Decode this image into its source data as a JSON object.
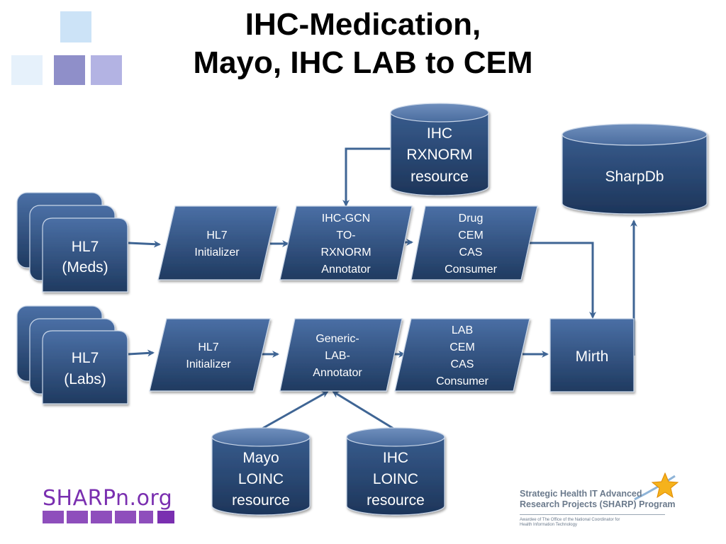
{
  "title": {
    "line1": "IHC-Medication,",
    "line2": "Mayo, IHC LAB to CEM"
  },
  "colors": {
    "box_top": "#4a6fa5",
    "box_bottom": "#1f3a60",
    "arrow": "#3f6594",
    "deco_squares": [
      "#cce3f7",
      "#e6f1fb",
      "#8f8fc9",
      "#b3b3e3"
    ]
  },
  "nodes": {
    "hl7_meds": {
      "line1": "HL7",
      "line2": "(Meds)"
    },
    "hl7_labs": {
      "line1": "HL7",
      "line2": "(Labs)"
    },
    "hl7_initializer_meds": {
      "line1": "HL7",
      "line2": "Initializer"
    },
    "hl7_initializer_labs": {
      "line1": "HL7",
      "line2": "Initializer"
    },
    "ihc_gcn_annotator": {
      "line1": "IHC-GCN",
      "line2": "TO-",
      "line3": "RXNORM",
      "line4": "Annotator"
    },
    "generic_lab_annotator": {
      "line1": "Generic-",
      "line2": "LAB-",
      "line3": "Annotator"
    },
    "drug_cem_consumer": {
      "line1": "Drug",
      "line2": "CEM",
      "line3": "CAS",
      "line4": "Consumer"
    },
    "lab_cem_consumer": {
      "line1": "LAB",
      "line2": "CEM",
      "line3": "CAS",
      "line4": "Consumer"
    },
    "mirth": {
      "label": "Mirth"
    },
    "sharpdb": {
      "label": "SharpDb"
    },
    "ihc_rxnorm_resource": {
      "line1": "IHC",
      "line2": "RXNORM",
      "line3": "resource"
    },
    "mayo_loinc_resource": {
      "line1": "Mayo",
      "line2": "LOINC",
      "line3": "resource"
    },
    "ihc_loinc_resource": {
      "line1": "IHC",
      "line2": "LOINC",
      "line3": "resource"
    }
  },
  "footer": {
    "brand": "SHARPn.org",
    "sharp_line1": "Strategic Health IT Advanced",
    "sharp_line2": "Research Projects (SHARP) Program",
    "sharp_small1": "Awardee of The Office of the National Coordinator for",
    "sharp_small2": "Health Information Technology"
  }
}
